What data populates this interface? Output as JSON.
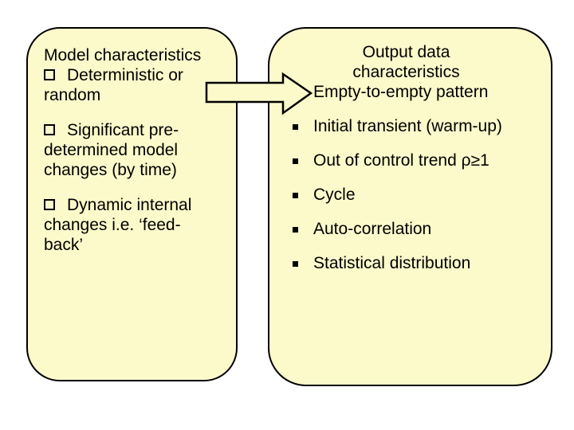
{
  "slide": {
    "background_color": "#FFFFFF",
    "box_fill_color": "#FCFACB",
    "box_border_color": "#000000",
    "text_color": "#000000"
  },
  "left_box": {
    "title": "Model characteristics",
    "bullet_icon": "checkbox-outline-square",
    "items": [
      {
        "text": "Deterministic or\nrandom"
      },
      {
        "text": "Significant pre-\ndetermined model\nchanges (by time)"
      },
      {
        "text": "Dynamic internal\nchanges i.e. ‘feed-\nback’"
      }
    ]
  },
  "right_box": {
    "title": "Output data\ncharacteristics",
    "bullet_icon": "filled-square",
    "items": [
      {
        "text": "Empty-to-empty pattern"
      },
      {
        "text": "Initial transient (warm-up)"
      },
      {
        "text": "Out of control trend ρ≥1"
      },
      {
        "text": "Cycle"
      },
      {
        "text": "Auto-correlation"
      },
      {
        "text": "Statistical distribution"
      }
    ]
  },
  "arrow": {
    "direction": "right",
    "fill": "#FCFACB",
    "stroke": "#000000"
  }
}
